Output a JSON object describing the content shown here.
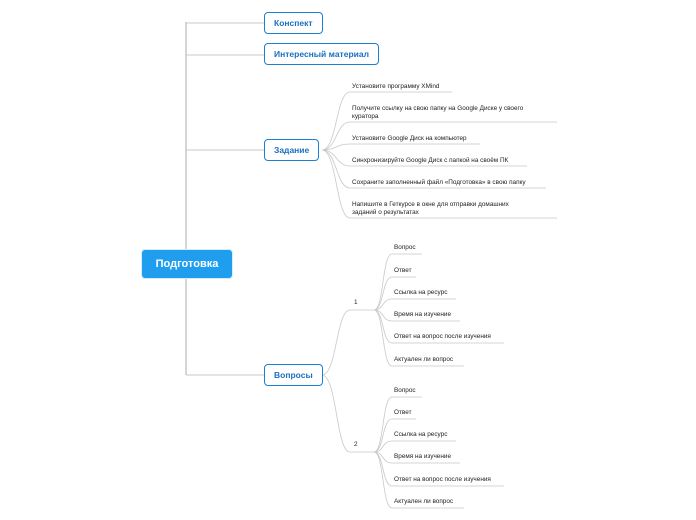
{
  "root": "Подготовка",
  "topics": {
    "konspekt": "Конспект",
    "interesting": "Интересный материал",
    "task": "Задание",
    "questions": "Вопросы"
  },
  "task_items": [
    "Установите программу XMind",
    "Получите ссылку на свою папку на Google Диске у своего",
    "куратора",
    "Установите Google Диск на компьютер",
    "Синхронизируйте Google Диск с папкой на своём ПК",
    "Сохраните заполненный файл «Подготовка» в свою папку",
    "Напишите в Геткурсе в окне для отправки домашних",
    "заданий о результатах"
  ],
  "question_groups": [
    {
      "label": "1",
      "items": [
        "Вопрос",
        "Ответ",
        "Ссылка на ресурс",
        "Время на изучение",
        "Ответ на вопрос после изучения",
        "Актуален ли вопрос"
      ]
    },
    {
      "label": "2",
      "items": [
        "Вопрос",
        "Ответ",
        "Ссылка на ресурс",
        "Время на изучение",
        "Ответ на вопрос после изучения",
        "Актуален ли вопрос"
      ]
    }
  ],
  "colors": {
    "root_fill": "#1f9ef0",
    "topic_border": "#1c7fd2",
    "topic_text": "#1a6fc0",
    "line": "#c8c8c8"
  }
}
